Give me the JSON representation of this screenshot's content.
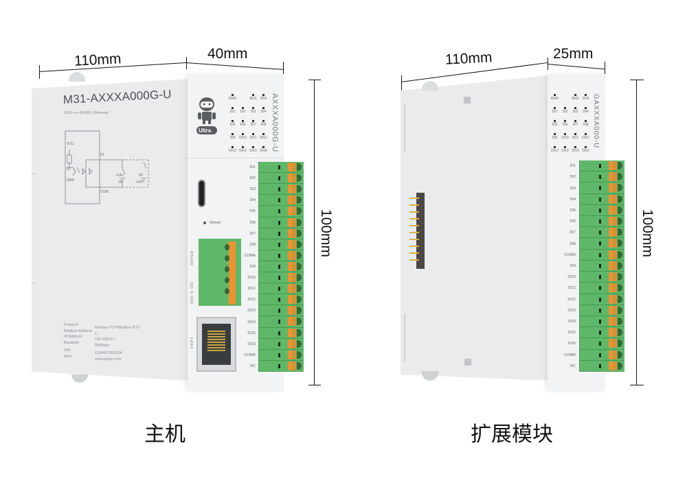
{
  "host": {
    "caption": "主机",
    "dimensions": {
      "depth": "110mm",
      "width": "40mm",
      "height": "100mm"
    },
    "model": "M31-AXXXA000G-U",
    "subtitle": "16DI ⟷ RS485 / Ethernet",
    "vertical_model": "AXXXA000G-U",
    "logo_text": "Ultra",
    "leds": [
      "RUN",
      "",
      "BUS",
      "STA",
      "DI1",
      "DI2",
      "DI3",
      "DI4",
      "DI5",
      "DI6",
      "DI7",
      "DI8",
      "DI9",
      "DI10",
      "DI11",
      "DI12",
      "DI13",
      "DI14",
      "DI15",
      "DI16"
    ],
    "reload_label": "Reload",
    "port_labels": {
      "rs485": "RS485",
      "power": "DC 9-36V",
      "lan": "LAN1"
    },
    "circuit": {
      "vcc": "VCC",
      "di_internal": "DI",
      "gnd": "GND",
      "di_external": "DI",
      "com": "COM",
      "src1_pos": "+24V",
      "src1_neg": "0V",
      "src2_neg": "0V",
      "src2_pos": "+24V"
    },
    "terminal_pins": [
      "DI1",
      "DI2",
      "DI3",
      "DI4",
      "DI5",
      "DI6",
      "DI7",
      "DI8",
      "COMA",
      "DI9",
      "DI10",
      "DI11",
      "DI12",
      "DI13",
      "DI14",
      "DI15",
      "DI16",
      "COMB",
      "NC"
    ],
    "specs": {
      "keys": [
        "Protocol",
        "Modbus Address",
        "IP Address",
        "Baudrate",
        "S/N",
        "Web"
      ],
      "values": [
        "Modbus TCP/Modbus RTU",
        "1",
        "192.168.3.7",
        "9600bps",
        "12345678912​34",
        "www.ebyte.com"
      ]
    }
  },
  "expansion": {
    "caption": "扩展模块",
    "dimensions": {
      "depth": "110mm",
      "width": "25mm",
      "height": "100mm"
    },
    "vertical_model": "GAXXXA000-U",
    "leds": [
      "RUN",
      "",
      "BUS",
      "STA",
      "DI1",
      "DI2",
      "DI3",
      "DI4",
      "DI5",
      "DI6",
      "DI7",
      "DI8",
      "DI9",
      "DI10",
      "DI11",
      "DI12",
      "DI13",
      "DI14",
      "DI15",
      "DI16"
    ],
    "terminal_pins": [
      "DI1",
      "DI2",
      "DI3",
      "DI4",
      "DI5",
      "DI6",
      "DI7",
      "DI8",
      "COMA",
      "DI9",
      "DI10",
      "DI11",
      "DI12",
      "DI13",
      "DI14",
      "DI15",
      "DI16",
      "COMB",
      "NC"
    ]
  },
  "colors": {
    "terminal_green": "#5fb86a",
    "terminal_orange": "#f0912f",
    "housing": "#e9ebed"
  }
}
